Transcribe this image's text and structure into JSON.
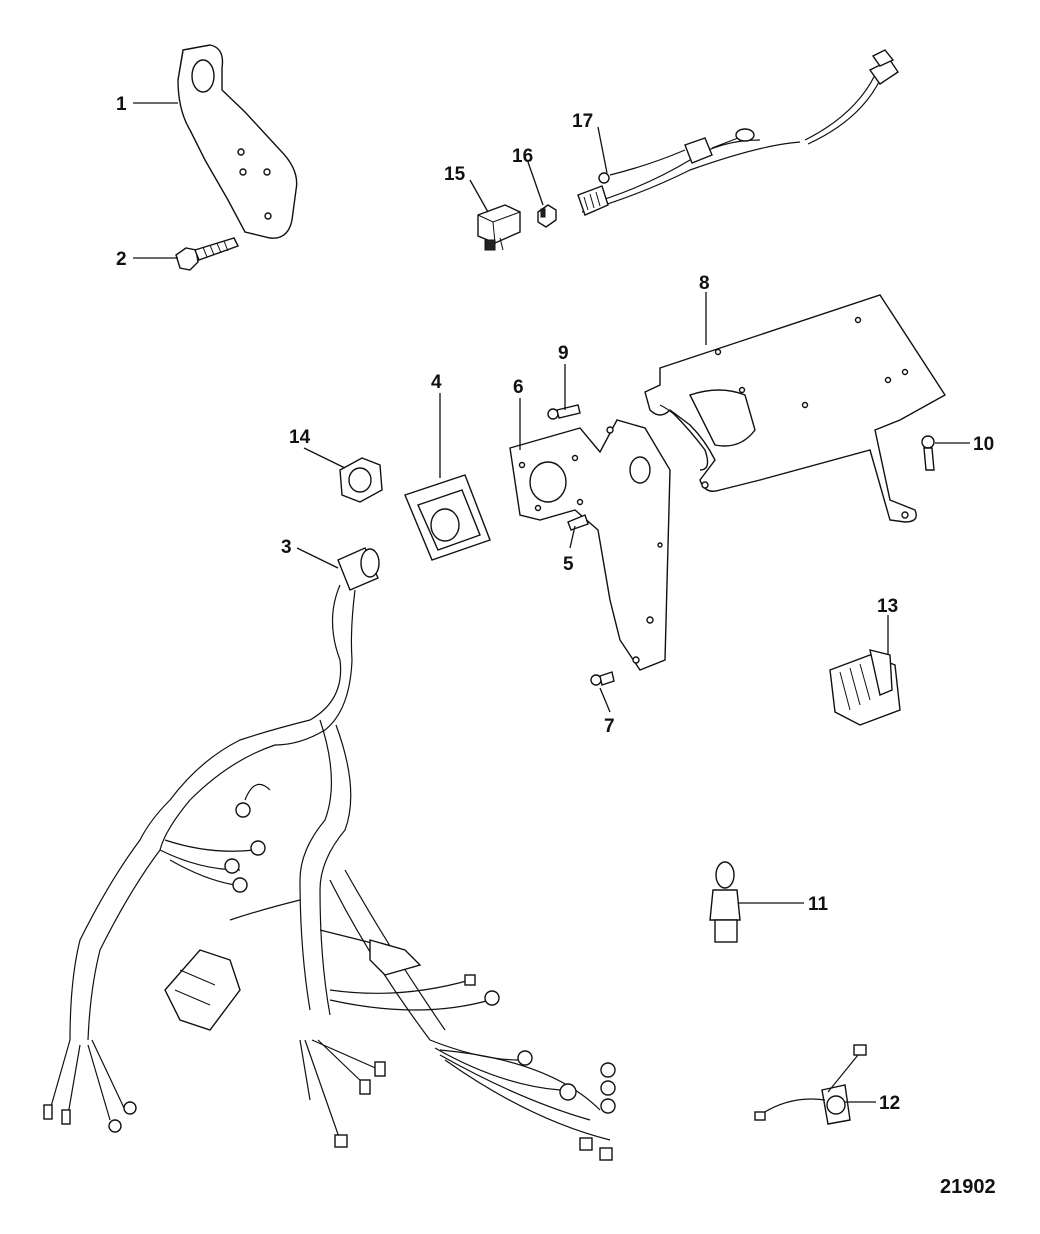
{
  "figure_number": "21902",
  "callouts": [
    {
      "id": "1",
      "label": "1"
    },
    {
      "id": "2",
      "label": "2"
    },
    {
      "id": "3",
      "label": "3"
    },
    {
      "id": "4",
      "label": "4"
    },
    {
      "id": "5",
      "label": "5"
    },
    {
      "id": "6",
      "label": "6"
    },
    {
      "id": "7",
      "label": "7"
    },
    {
      "id": "8",
      "label": "8"
    },
    {
      "id": "9",
      "label": "9"
    },
    {
      "id": "10",
      "label": "10"
    },
    {
      "id": "11",
      "label": "11"
    },
    {
      "id": "12",
      "label": "12"
    },
    {
      "id": "13",
      "label": "13"
    },
    {
      "id": "14",
      "label": "14"
    },
    {
      "id": "15",
      "label": "15"
    },
    {
      "id": "16",
      "label": "16"
    },
    {
      "id": "17",
      "label": "17"
    }
  ]
}
